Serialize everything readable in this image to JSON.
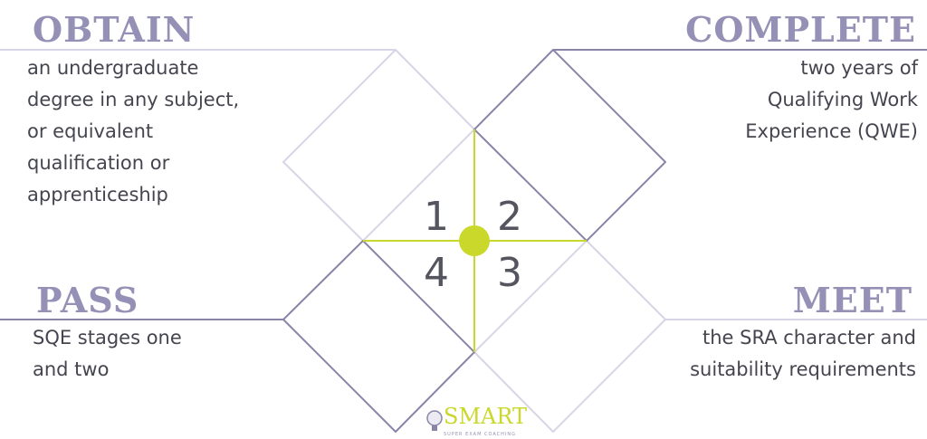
{
  "steps": [
    {
      "number": "1",
      "heading": "OBTAIN",
      "lines": [
        "an undergraduate",
        "degree in any subject,",
        "or equivalent",
        "qualification or",
        "apprenticeship"
      ]
    },
    {
      "number": "2",
      "heading": "COMPLETE",
      "lines": [
        "two years of",
        "Qualifying Work",
        "Experience (QWE)"
      ]
    },
    {
      "number": "3",
      "heading": "MEET",
      "lines": [
        "the SRA character and",
        "suitability requirements"
      ]
    },
    {
      "number": "4",
      "heading": "PASS",
      "lines": [
        "SQE stages one",
        "and two"
      ]
    }
  ],
  "logo": {
    "name": "SMART",
    "tagline": "SUPER EXAM COACHING",
    "icon": "lightbulb-icon"
  },
  "colors": {
    "heading": "#9590b5",
    "accent": "#c9d82a",
    "dark_line": "#8a85a8",
    "light_line": "#d8d6e6",
    "text": "#454550"
  }
}
